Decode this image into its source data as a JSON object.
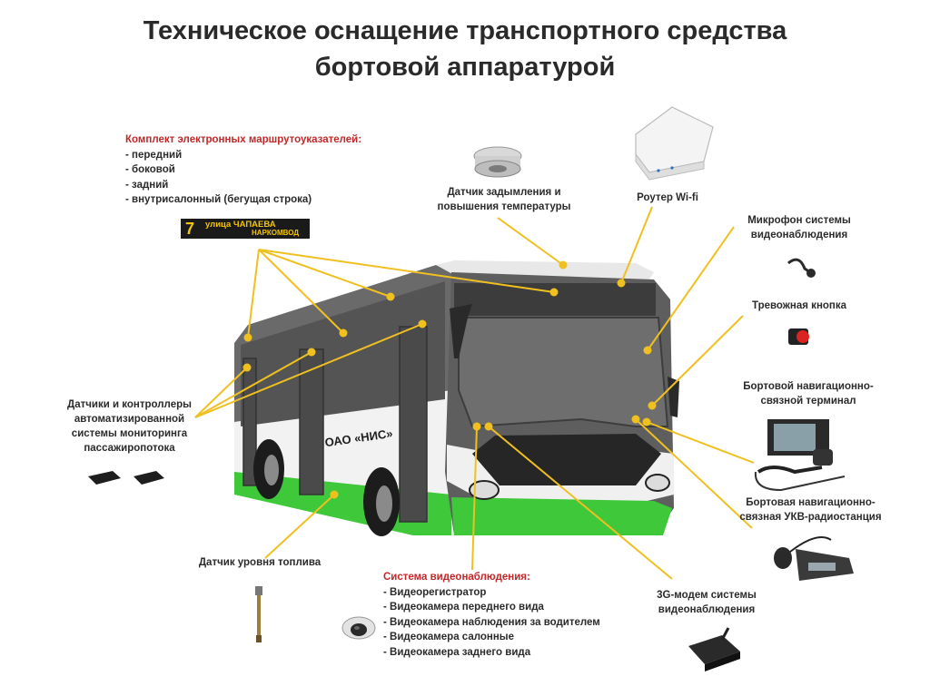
{
  "title_line1": "Техническое оснащение транспортного средства",
  "title_line2": "бортовой аппаратурой",
  "route_group": {
    "head": "Комплект электронных маршрутоуказателей:",
    "items": [
      "- передний",
      "- боковой",
      "- задний",
      "- внутрисалонный (бегущая строка)"
    ]
  },
  "route_display": {
    "number": "7",
    "street": "улица ЧАПАЕВА",
    "street2": "НАРКОМВОД"
  },
  "labels": {
    "smoke_1": "Датчик задымления и",
    "smoke_2": "повышения температуры",
    "router": "Роутер Wi-fi",
    "mic_1": "Микрофон системы",
    "mic_2": "видеонаблюдения",
    "alarm": "Тревожная кнопка",
    "nav_term_1": "Бортовой навигационно-",
    "nav_term_2": "связной терминал",
    "radio_1": "Бортовая навигационно-",
    "radio_2": "связная УКВ-радиостанция",
    "modem_1": "3G-модем системы",
    "modem_2": "видеонаблюдения",
    "pax_1": "Датчики и контроллеры",
    "pax_2": "автоматизированной",
    "pax_3": "системы мониторинга",
    "pax_4": "пассажиропотока",
    "fuel": "Датчик уровня топлива",
    "bus_text": "ОАО «НИС»"
  },
  "video_group": {
    "head": "Система видеонаблюдения:",
    "items": [
      "- Видеорегистратор",
      "- Видеокамера переднего вида",
      "- Видеокамера наблюдения за водителем",
      "- Видеокамера салонные",
      "- Видеокамера заднего вида"
    ]
  },
  "colors": {
    "leader": "#f0c020",
    "bus_body": "#5e5e5e",
    "bus_green": "#3ec83a",
    "accent_red": "#c0282a"
  }
}
